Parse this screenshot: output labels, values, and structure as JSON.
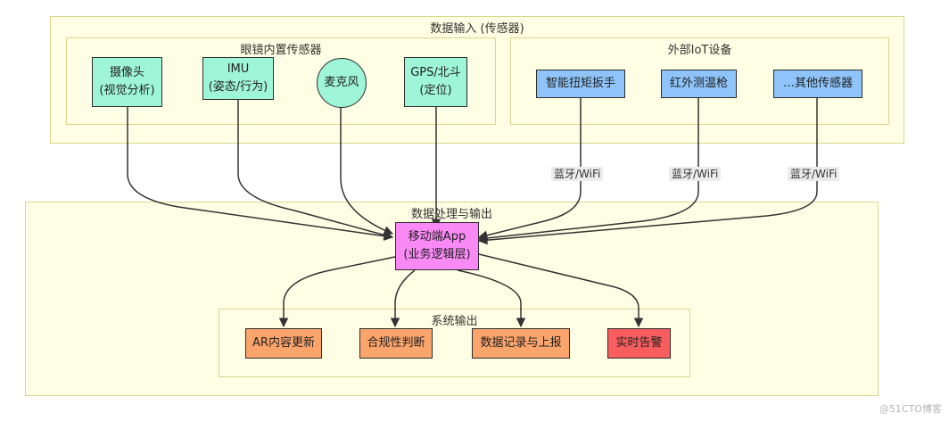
{
  "groups": {
    "input": {
      "title": "数据输入 (传感器)"
    },
    "glasses": {
      "title": "眼镜内置传感器"
    },
    "external": {
      "title": "外部IoT设备"
    },
    "processing": {
      "title": "数据处理与输出"
    },
    "output": {
      "title": "系统输出"
    }
  },
  "nodes": {
    "camera": {
      "line1": "摄像头",
      "line2": "(视觉分析)"
    },
    "imu": {
      "line1": "IMU",
      "line2": "(姿态/行为)"
    },
    "mic": {
      "line1": "麦克风"
    },
    "gps": {
      "line1": "GPS/北斗",
      "line2": "(定位)"
    },
    "wrench": {
      "line1": "智能扭矩扳手"
    },
    "thermo": {
      "line1": "红外测温枪"
    },
    "others": {
      "line1": "…其他传感器"
    },
    "app": {
      "line1": "移动端App",
      "line2": "(业务逻辑层)"
    },
    "ar": {
      "line1": "AR内容更新"
    },
    "compliance": {
      "line1": "合规性判断"
    },
    "record": {
      "line1": "数据记录与上报"
    },
    "alarm": {
      "line1": "实时告警"
    }
  },
  "edge_labels": {
    "wrench_link": "蓝牙/WiFi",
    "thermo_link": "蓝牙/WiFi",
    "others_link": "蓝牙/WiFi"
  },
  "watermark": "@51CTO博客",
  "colors": {
    "group_fill": "#fefee4",
    "group_border": "#d6d88e",
    "sensor_fill": "#9ff5d8",
    "iot_fill": "#8ec4f9",
    "app_fill": "#f989f5",
    "output_fill": "#fba56c",
    "alarm_fill": "#fa5d5d",
    "edge_color": "#333333"
  }
}
